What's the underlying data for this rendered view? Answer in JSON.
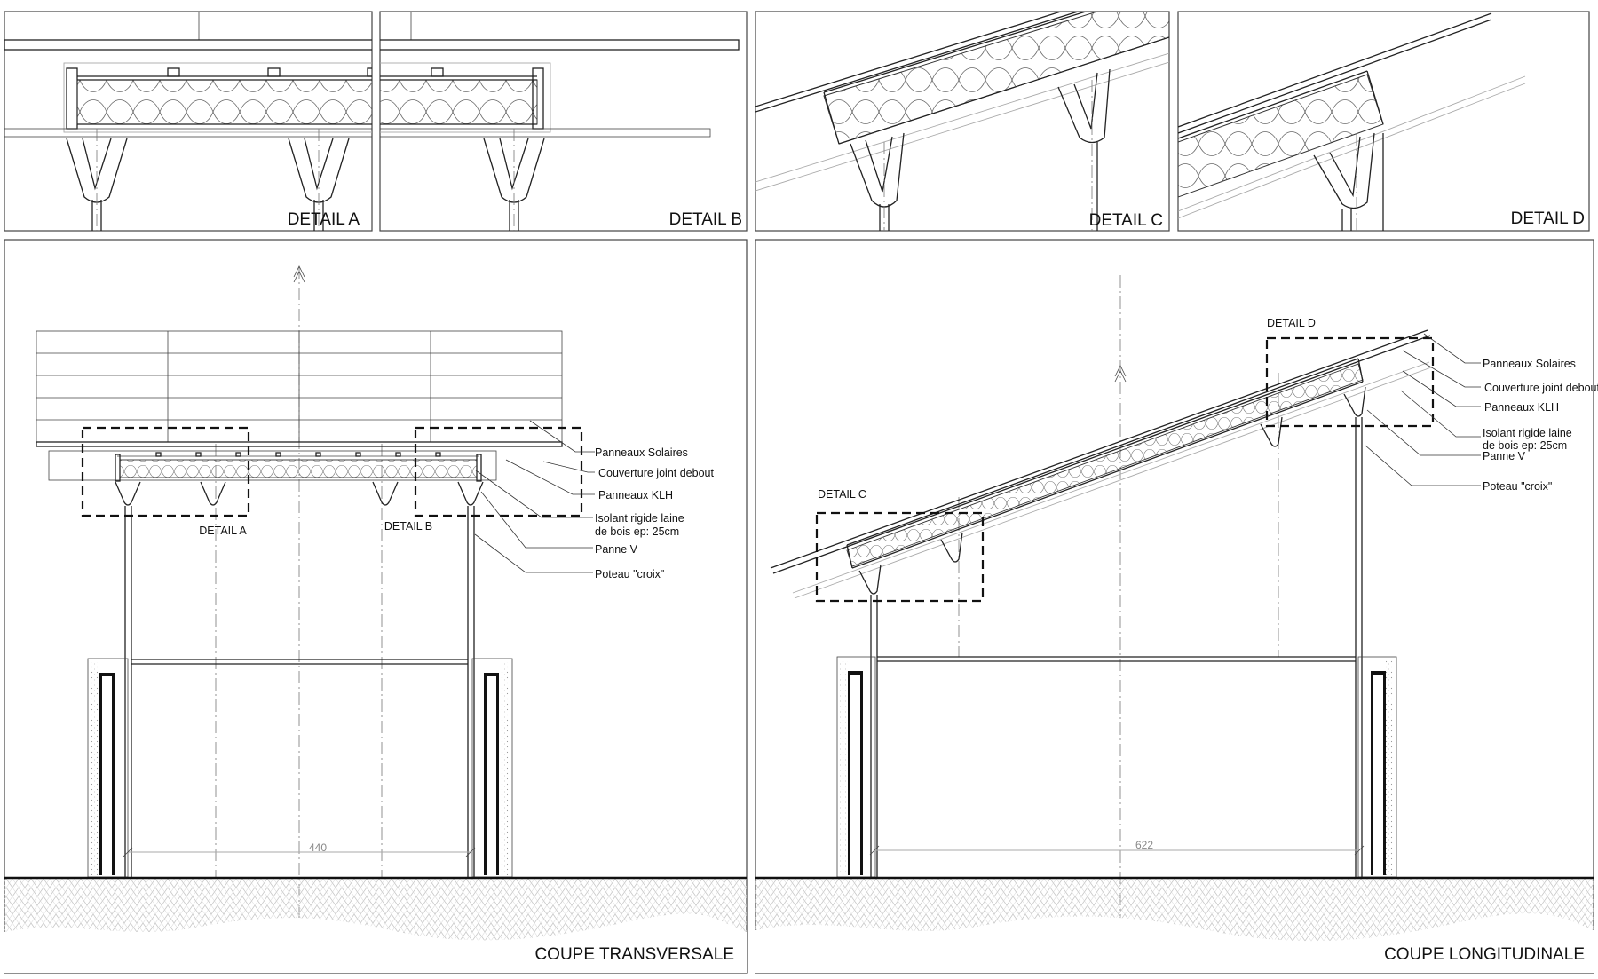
{
  "sheet": {
    "details": {
      "a": "DETAIL A",
      "b": "DETAIL B",
      "c": "DETAIL C",
      "d": "DETAIL D"
    },
    "transversal": {
      "title": "COUPE TRANSVERSALE",
      "dimension": "440",
      "detail_a_tag": "DETAIL A",
      "detail_b_tag": "DETAIL B",
      "labels": {
        "solar": "Panneaux Solaires",
        "roofing": "Couverture joint debout",
        "klh": "Panneaux KLH",
        "insulation_1": "Isolant rigide laine",
        "insulation_2": "de bois ep: 25cm",
        "purlin": "Panne V",
        "post": "Poteau \"croix\""
      }
    },
    "longitudinal": {
      "title": "COUPE LONGITUDINALE",
      "dimension": "622",
      "detail_c_tag": "DETAIL C",
      "detail_d_tag": "DETAIL D",
      "labels": {
        "solar": "Panneaux Solaires",
        "roofing": "Couverture joint debout",
        "klh": "Panneaux KLH",
        "insulation_1": "Isolant rigide laine",
        "insulation_2": "de bois  ep: 25cm",
        "purlin": "Panne V",
        "post": "Poteau \"croix\""
      }
    }
  }
}
